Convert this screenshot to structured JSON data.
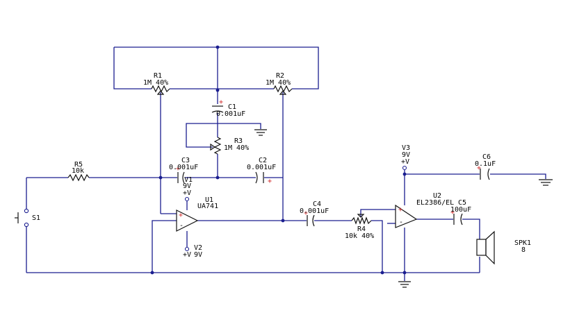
{
  "components": {
    "R1": {
      "ref": "R1",
      "value": "1M 40%"
    },
    "R2": {
      "ref": "R2",
      "value": "1M 40%"
    },
    "R3": {
      "ref": "R3",
      "value": "1M 40%"
    },
    "R4": {
      "ref": "R4",
      "value": "10k 40%"
    },
    "R5": {
      "ref": "R5",
      "value": "10k"
    },
    "C1": {
      "ref": "C1",
      "value": "0.001uF"
    },
    "C2": {
      "ref": "C2",
      "value": "0.001uF"
    },
    "C3": {
      "ref": "C3",
      "value": "0.001uF"
    },
    "C4": {
      "ref": "C4",
      "value": "0.001uF"
    },
    "C5": {
      "ref": "C5",
      "value": "100uF"
    },
    "C6": {
      "ref": "C6",
      "value": "0.1uF"
    },
    "U1": {
      "ref": "U1",
      "value": "UA741"
    },
    "U2": {
      "ref": "U2",
      "value": "EL2386/EL"
    },
    "V1": {
      "ref": "V1",
      "value": "9V",
      "symbol": "+V"
    },
    "V2": {
      "ref": "V2",
      "value": "9V",
      "symbol": "+V"
    },
    "V3": {
      "ref": "V3",
      "value": "9V",
      "symbol": "+V"
    },
    "S1": {
      "ref": "S1"
    },
    "SPK1": {
      "ref": "SPK1",
      "value": "8"
    }
  },
  "pin_marks": {
    "plus": "+",
    "minus": "-"
  },
  "colors": {
    "wire": "#1a1d8f",
    "component": "#111111",
    "polarity": "#d02020",
    "background": "#ffffff"
  }
}
